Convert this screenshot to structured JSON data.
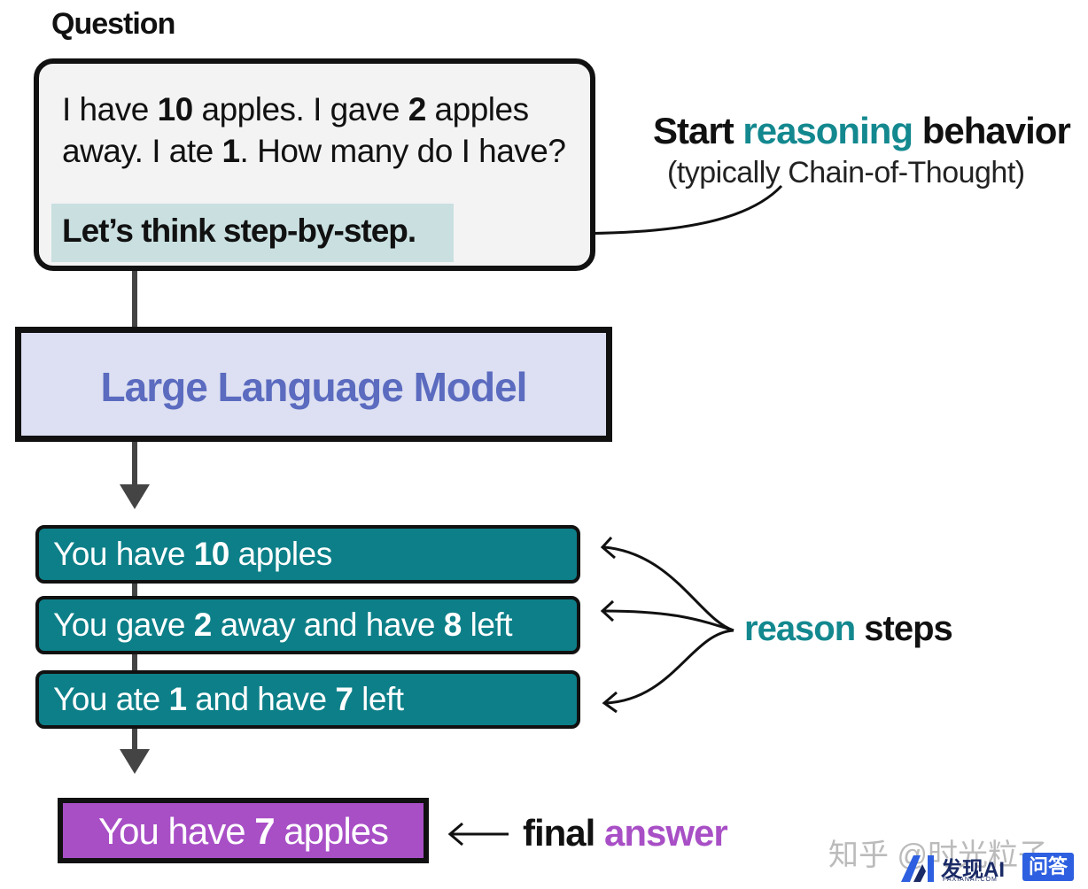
{
  "heading": "Question",
  "question": {
    "p1": "I have ",
    "n1": "10",
    "p2": " apples. I gave ",
    "n2": "2",
    "p3": " apples",
    "line2a": "away. I ate ",
    "n3": "1",
    "line2b": ". How many do I have?"
  },
  "prompt": "Let’s think step-by-step.",
  "model": "Large Language Model",
  "annotation": {
    "start_word": "Start ",
    "start_accent": "reasoning",
    "start_end": " behavior",
    "sub": "(typically Chain-of-Thought)",
    "reason_accent": "reason",
    "reason_end": " steps",
    "final_word": "final ",
    "final_accent": "answer"
  },
  "steps": [
    {
      "a": "You have ",
      "b": "10",
      "c": " apples",
      "d": "",
      "e": ""
    },
    {
      "a": "You gave ",
      "b": "2",
      "c": " away and have ",
      "d": "8",
      "e": " left"
    },
    {
      "a": "You ate ",
      "b": "1",
      "c": " and have ",
      "d": "7",
      "e": " left"
    }
  ],
  "answer": {
    "a": "You have ",
    "b": "7",
    "c": " apples"
  },
  "watermark": {
    "zhihu": "知乎 @时光粒子",
    "logo": "发现AI",
    "logo_sub": "FAXIANAI.COM",
    "badge": "问答"
  },
  "colors": {
    "teal": "#0d7f88",
    "accent_teal_text": "#13888f",
    "purple": "#a84fc6",
    "llm_fill": "#dde0f2",
    "llm_text": "#5b6bbf",
    "prompt_highlight": "#c9dfe0"
  }
}
